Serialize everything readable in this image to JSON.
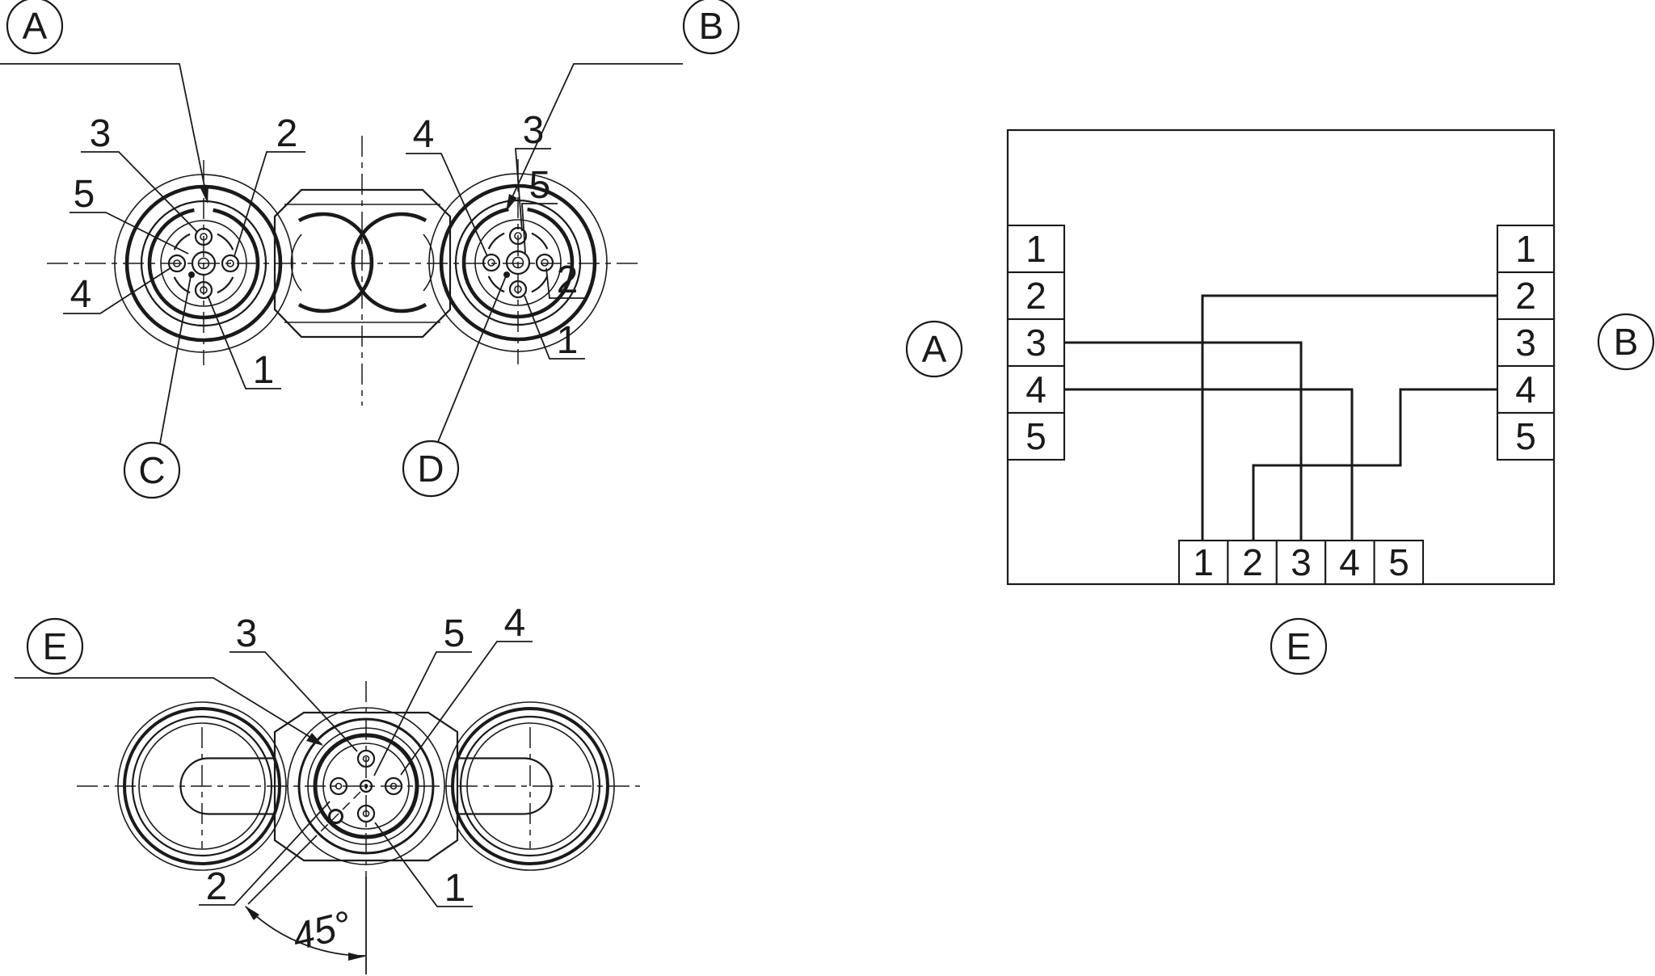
{
  "drawing": {
    "top_view": {
      "balloons": {
        "a": "A",
        "b": "B",
        "c": "C",
        "d": "D"
      },
      "left_face_labels": {
        "pin3": "3",
        "pin2": "2",
        "pin5": "5",
        "pin4": "4",
        "pin1": "1"
      },
      "right_face_labels": {
        "pin4": "4",
        "pin3": "3",
        "pin5": "5",
        "pin2": "2",
        "pin1": "1"
      }
    },
    "bottom_view": {
      "balloon": "E",
      "face_labels": {
        "pin3": "3",
        "pin5": "5",
        "pin4": "4",
        "pin2": "2",
        "pin1": "1"
      },
      "angle_dimension": "45°"
    },
    "schematic": {
      "balloons": {
        "a": "A",
        "b": "B",
        "e": "E"
      },
      "connector_a_pins": [
        "1",
        "2",
        "3",
        "4",
        "5"
      ],
      "connector_b_pins": [
        "1",
        "2",
        "3",
        "4",
        "5"
      ],
      "connector_e_pins": [
        "1",
        "2",
        "3",
        "4",
        "5"
      ],
      "connections": [
        {
          "from": "A3",
          "to": "E3"
        },
        {
          "from": "A4",
          "to": "E4"
        },
        {
          "from": "B2",
          "to": "E1"
        },
        {
          "from": "B4",
          "to": "E2"
        }
      ]
    }
  },
  "colors": {
    "line": "#1a1a1a",
    "background": "#ffffff"
  }
}
